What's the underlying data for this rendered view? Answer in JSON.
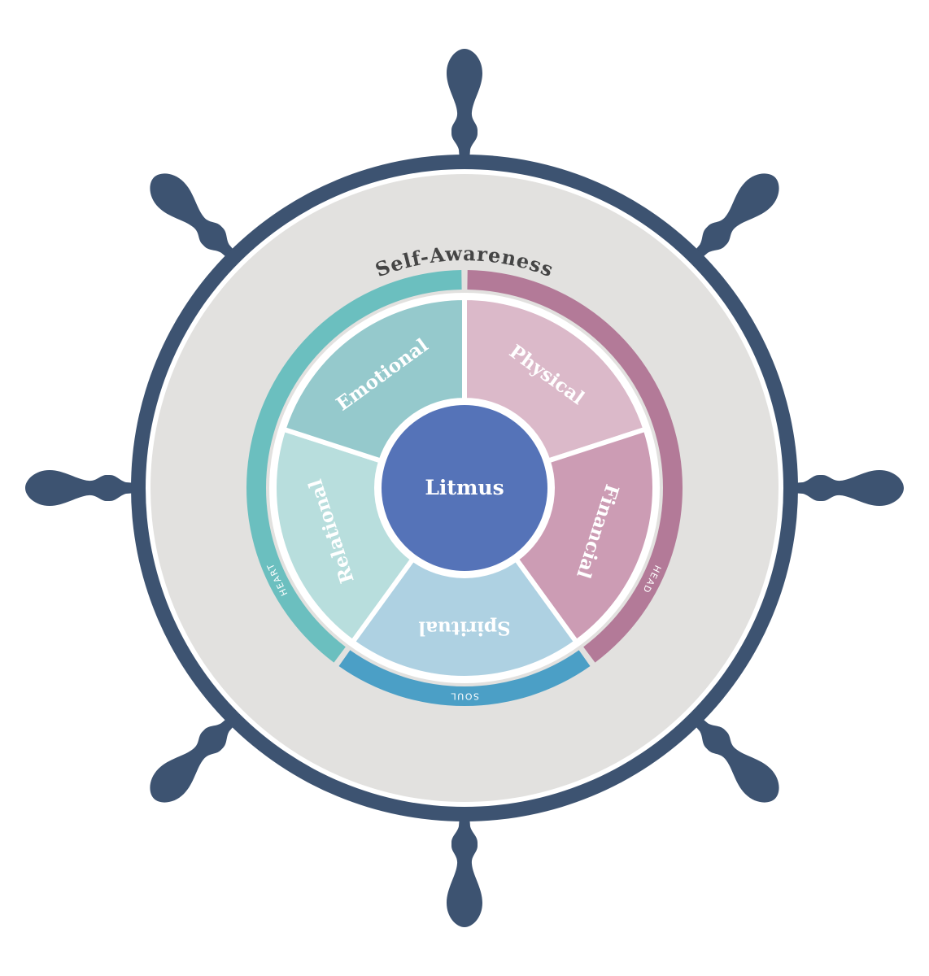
{
  "title": "Self-Awareness",
  "center": {
    "label": "Litmus",
    "color": "#5573b8"
  },
  "wheel": {
    "handle_color": "#3d5371",
    "rim_color": "#3d5371",
    "ring_color": "#e2e1df",
    "handle_count": 8
  },
  "segments": [
    {
      "label": "Physical",
      "color": "#dbb9c9"
    },
    {
      "label": "Financial",
      "color": "#cc9cb4"
    },
    {
      "label": "Spiritual",
      "color": "#aed1e2"
    },
    {
      "label": "Relational",
      "color": "#b8dedd"
    },
    {
      "label": "Emotional",
      "color": "#95c9cc"
    }
  ],
  "outer_bands": [
    {
      "label": "HEAD",
      "color": "#b37a98"
    },
    {
      "label": "SOUL",
      "color": "#4b9fc6"
    },
    {
      "label": "HEART",
      "color": "#6bbfbf"
    }
  ]
}
